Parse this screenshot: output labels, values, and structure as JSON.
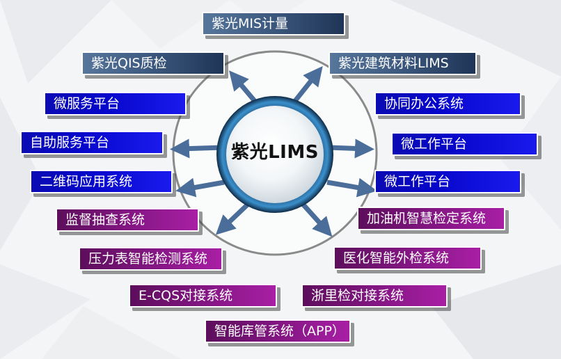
{
  "center": {
    "label": "紫光LIMS"
  },
  "nodes": [
    {
      "id": "mis",
      "label": "紫光MIS计量",
      "style": "slate"
    },
    {
      "id": "qis",
      "label": "紫光QIS质检",
      "style": "slate"
    },
    {
      "id": "building",
      "label": "紫光建筑材料LIMS",
      "style": "slate"
    },
    {
      "id": "micro",
      "label": "微服务平台",
      "style": "blue"
    },
    {
      "id": "office",
      "label": "协同办公系统",
      "style": "blue"
    },
    {
      "id": "self",
      "label": "自助服务平台",
      "style": "blue"
    },
    {
      "id": "work1",
      "label": "微工作平台",
      "style": "blue"
    },
    {
      "id": "qr",
      "label": "二维码应用系统",
      "style": "blue"
    },
    {
      "id": "work2",
      "label": "微工作平台",
      "style": "blue"
    },
    {
      "id": "audit",
      "label": "监督抽查系统",
      "style": "purple"
    },
    {
      "id": "fuel",
      "label": "加油机智慧检定系统",
      "style": "purple"
    },
    {
      "id": "gauge",
      "label": "压力表智能检测系统",
      "style": "purple"
    },
    {
      "id": "medical",
      "label": "医化智能外检系统",
      "style": "purple"
    },
    {
      "id": "ecqs",
      "label": "E-CQS对接系统",
      "style": "purple"
    },
    {
      "id": "zheli",
      "label": "浙里检对接系统",
      "style": "purple"
    },
    {
      "id": "app",
      "label": "智能库管系统（APP）",
      "style": "purple"
    }
  ],
  "colors": {
    "slate": "#3e5a80",
    "blue": "#0606c9",
    "purple": "#821682",
    "arrow": "#4a6d99",
    "ring": "#8a8a8a"
  }
}
